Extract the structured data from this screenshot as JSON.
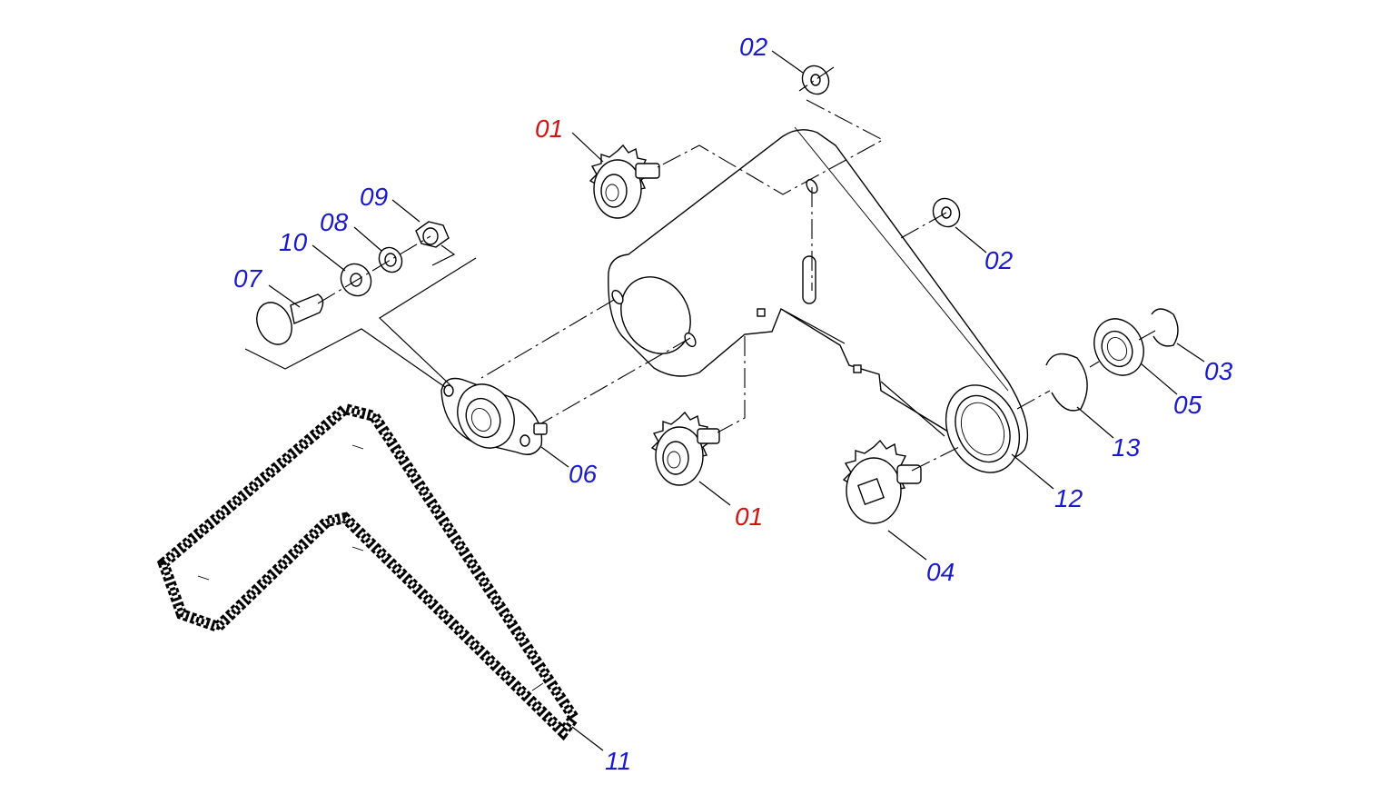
{
  "colors": {
    "standard": "#1a1acc",
    "highlight": "#d01414",
    "line": "#000000"
  },
  "callouts": [
    {
      "text": "02",
      "color": "standard"
    },
    {
      "text": "01",
      "color": "highlight"
    },
    {
      "text": "09",
      "color": "standard"
    },
    {
      "text": "08",
      "color": "standard"
    },
    {
      "text": "10",
      "color": "standard"
    },
    {
      "text": "07",
      "color": "standard"
    },
    {
      "text": "02",
      "color": "standard"
    },
    {
      "text": "03",
      "color": "standard"
    },
    {
      "text": "05",
      "color": "standard"
    },
    {
      "text": "13",
      "color": "standard"
    },
    {
      "text": "06",
      "color": "standard"
    },
    {
      "text": "12",
      "color": "standard"
    },
    {
      "text": "01",
      "color": "highlight"
    },
    {
      "text": "04",
      "color": "standard"
    },
    {
      "text": "11",
      "color": "standard"
    }
  ]
}
